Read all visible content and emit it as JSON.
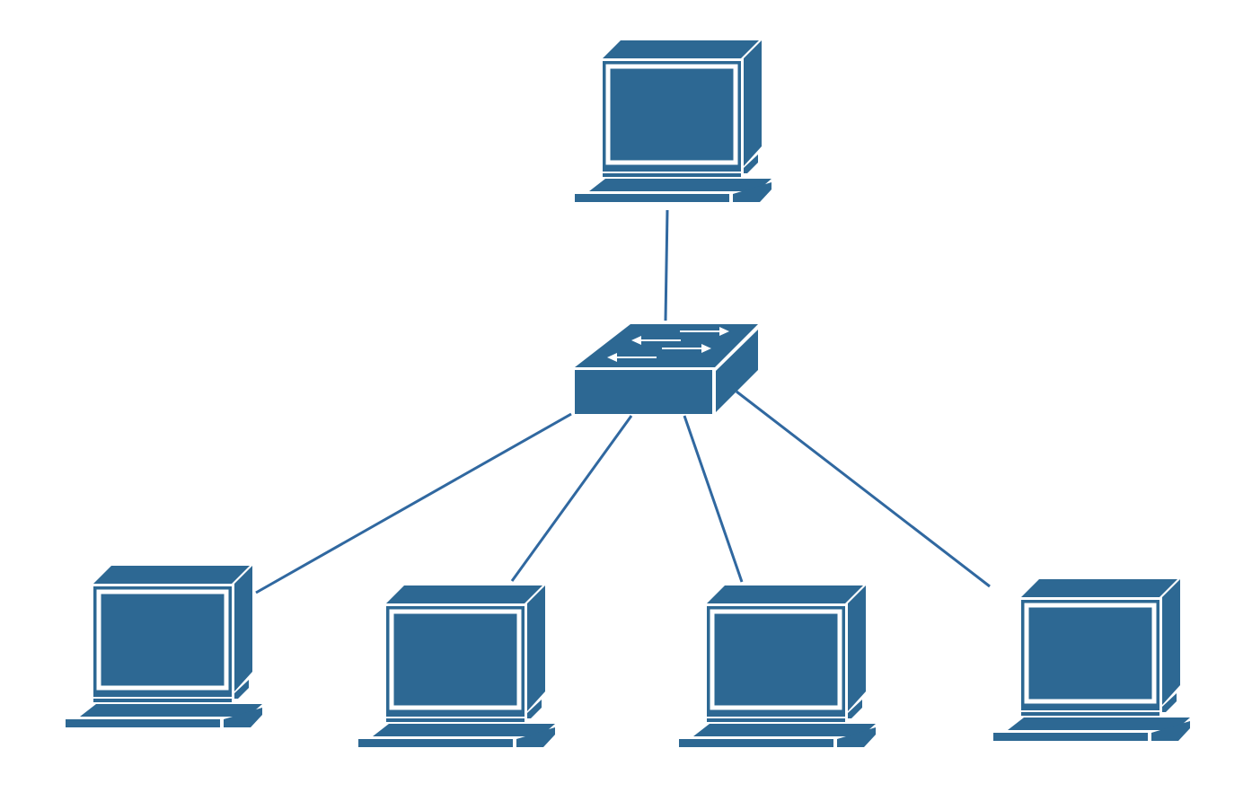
{
  "diagram": {
    "type": "star-network-topology",
    "colors": {
      "device": "#2d6893",
      "link": "#3068a0",
      "highlight": "#ffffff",
      "background": "#ffffff"
    },
    "hub": {
      "kind": "switch",
      "icon": "network-switch-icon"
    },
    "nodes": [
      {
        "id": "pc-top",
        "kind": "computer",
        "icon": "computer-icon"
      },
      {
        "id": "pc-1",
        "kind": "computer",
        "icon": "computer-icon"
      },
      {
        "id": "pc-2",
        "kind": "computer",
        "icon": "computer-icon"
      },
      {
        "id": "pc-3",
        "kind": "computer",
        "icon": "computer-icon"
      },
      {
        "id": "pc-4",
        "kind": "computer",
        "icon": "computer-icon"
      }
    ],
    "links": [
      {
        "from": "switch",
        "to": "pc-top"
      },
      {
        "from": "switch",
        "to": "pc-1"
      },
      {
        "from": "switch",
        "to": "pc-2"
      },
      {
        "from": "switch",
        "to": "pc-3"
      },
      {
        "from": "switch",
        "to": "pc-4"
      }
    ]
  }
}
